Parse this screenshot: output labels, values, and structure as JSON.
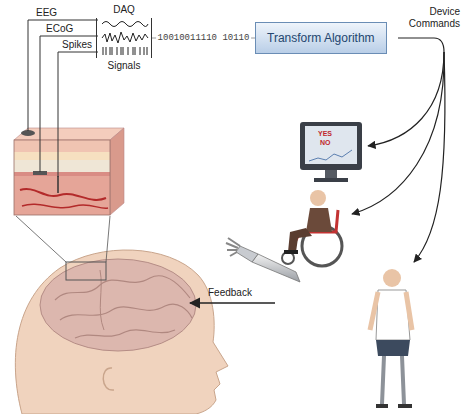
{
  "diagram": {
    "nodes": [
      {
        "text": [
          "DAQ",
          "Signals"
        ]
      },
      {
        "text": [
          "Transform Algorithm"
        ]
      }
    ],
    "edges": [
      {
        "from": 0,
        "to": 1,
        "arrow": "none",
        "label": "10010011110 10110"
      }
    ],
    "labels": [
      "EEG",
      "ECoG",
      "Spikes",
      "Device Commands",
      "YES",
      "NO",
      "Feedback"
    ]
  }
}
